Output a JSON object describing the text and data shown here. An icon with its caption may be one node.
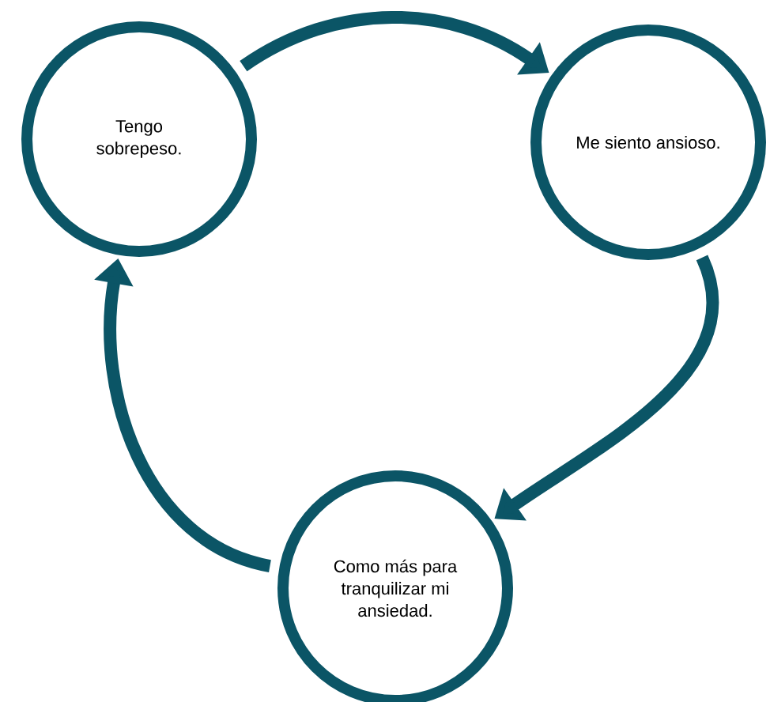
{
  "diagram": {
    "nodes": [
      {
        "text": [
          "Tengo sobrepeso."
        ]
      },
      {
        "text": [
          "Me siento ansioso."
        ]
      },
      {
        "text": [
          "Como más para tranquilizar mi ansiedad."
        ]
      }
    ],
    "edges": [
      {
        "from": 0,
        "to": 1,
        "arrow": "to"
      },
      {
        "from": 1,
        "to": 2,
        "arrow": "to"
      },
      {
        "from": 2,
        "to": 0,
        "arrow": "to"
      }
    ]
  }
}
